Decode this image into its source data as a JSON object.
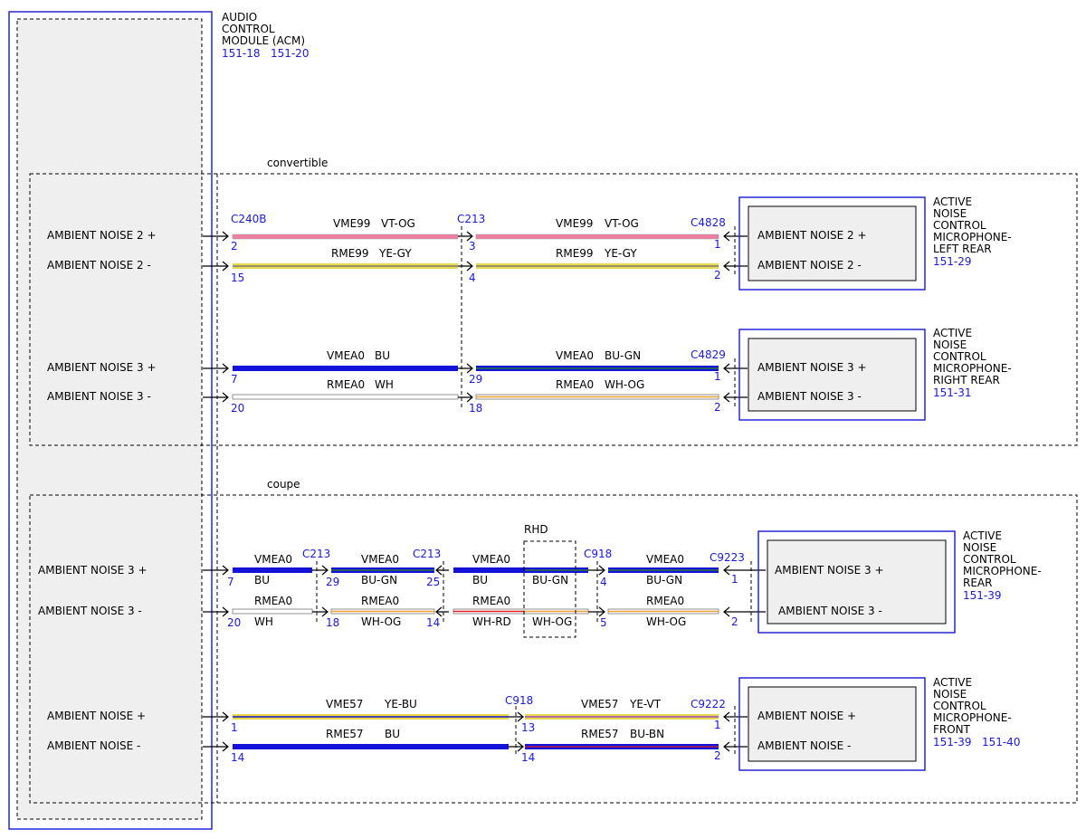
{
  "module": {
    "title_lines": [
      "AUDIO",
      "CONTROL",
      "MODULE (ACM)"
    ],
    "refs": "151-18   151-20"
  },
  "sections": {
    "convertible": "convertible",
    "coupe": "coupe",
    "rhd": "RHD"
  },
  "pins": {
    "p1": "AMBIENT NOISE 2 +",
    "p2": "AMBIENT NOISE 2 -",
    "p3": "AMBIENT NOISE 3 +",
    "p4": "AMBIENT NOISE 3 -",
    "p5": "AMBIENT NOISE 3 +",
    "p6": "AMBIENT NOISE 3 -",
    "p7": "AMBIENT NOISE +",
    "p8": "AMBIENT NOISE -"
  },
  "components": {
    "left_rear": {
      "title_lines": [
        "ACTIVE",
        "NOISE",
        "CONTROL",
        "MICROPHONE-",
        "LEFT REAR"
      ],
      "ref": "151-29",
      "pin_a": "AMBIENT NOISE 2 +",
      "pin_b": "AMBIENT NOISE 2 -"
    },
    "right_rear": {
      "title_lines": [
        "ACTIVE",
        "NOISE",
        "CONTROL",
        "MICROPHONE-",
        "RIGHT REAR"
      ],
      "ref": "151-31",
      "pin_a": "AMBIENT NOISE 3 +",
      "pin_b": "AMBIENT NOISE 3 -"
    },
    "rear": {
      "title_lines": [
        "ACTIVE",
        "NOISE",
        "CONTROL",
        "MICROPHONE-",
        "REAR"
      ],
      "ref": "151-39",
      "pin_a": "AMBIENT NOISE 3 +",
      "pin_b": "AMBIENT NOISE 3 -"
    },
    "front": {
      "title_lines": [
        "ACTIVE",
        "NOISE",
        "CONTROL",
        "MICROPHONE-",
        "FRONT"
      ],
      "ref": "151-39   151-40",
      "pin_a": "AMBIENT NOISE +",
      "pin_b": "AMBIENT NOISE -"
    }
  },
  "connectors": {
    "c240b": "C240B",
    "c213": "C213",
    "c4828": "C4828",
    "c4829": "C4829",
    "c918": "C918",
    "c9223": "C9223",
    "c9222": "C9222"
  },
  "pin_numbers": [
    "2",
    "15",
    "7",
    "20",
    "3",
    "4",
    "29",
    "18",
    "1",
    "2",
    "1",
    "2",
    "7",
    "20",
    "29",
    "18",
    "25",
    "14",
    "4",
    "5",
    "1",
    "2",
    "1",
    "14",
    "13",
    "14",
    "1",
    "2"
  ],
  "circuits": {
    "vme99": "VME99",
    "rme99": "RME99",
    "vmea0": "VMEA0",
    "rmea0": "RMEA0",
    "vme57": "VME57",
    "rme57": "RME57"
  },
  "colors_text": {
    "vt_og": "VT-OG",
    "ye_gy": "YE-GY",
    "bu": "BU",
    "wh": "WH",
    "bu_gn": "BU-GN",
    "wh_og": "WH-OG",
    "wh_rd": "WH-RD",
    "ye_bu": "YE-BU",
    "ye_vt": "YE-VT",
    "bu_bn": "BU-BN"
  },
  "palette": {
    "blue_frame": "#2626d9",
    "ref_text": "#1a1adc",
    "pink": "#ee7fa0",
    "yellow": "#e8d84a",
    "gray": "#7a7a7a",
    "blue": "#1212d8",
    "green": "#2b7a3a",
    "orange": "#f0a030",
    "red": "#e02020",
    "brown": "#8a4a1a",
    "violet": "#8a2be2",
    "box_fill": "#efefef"
  }
}
